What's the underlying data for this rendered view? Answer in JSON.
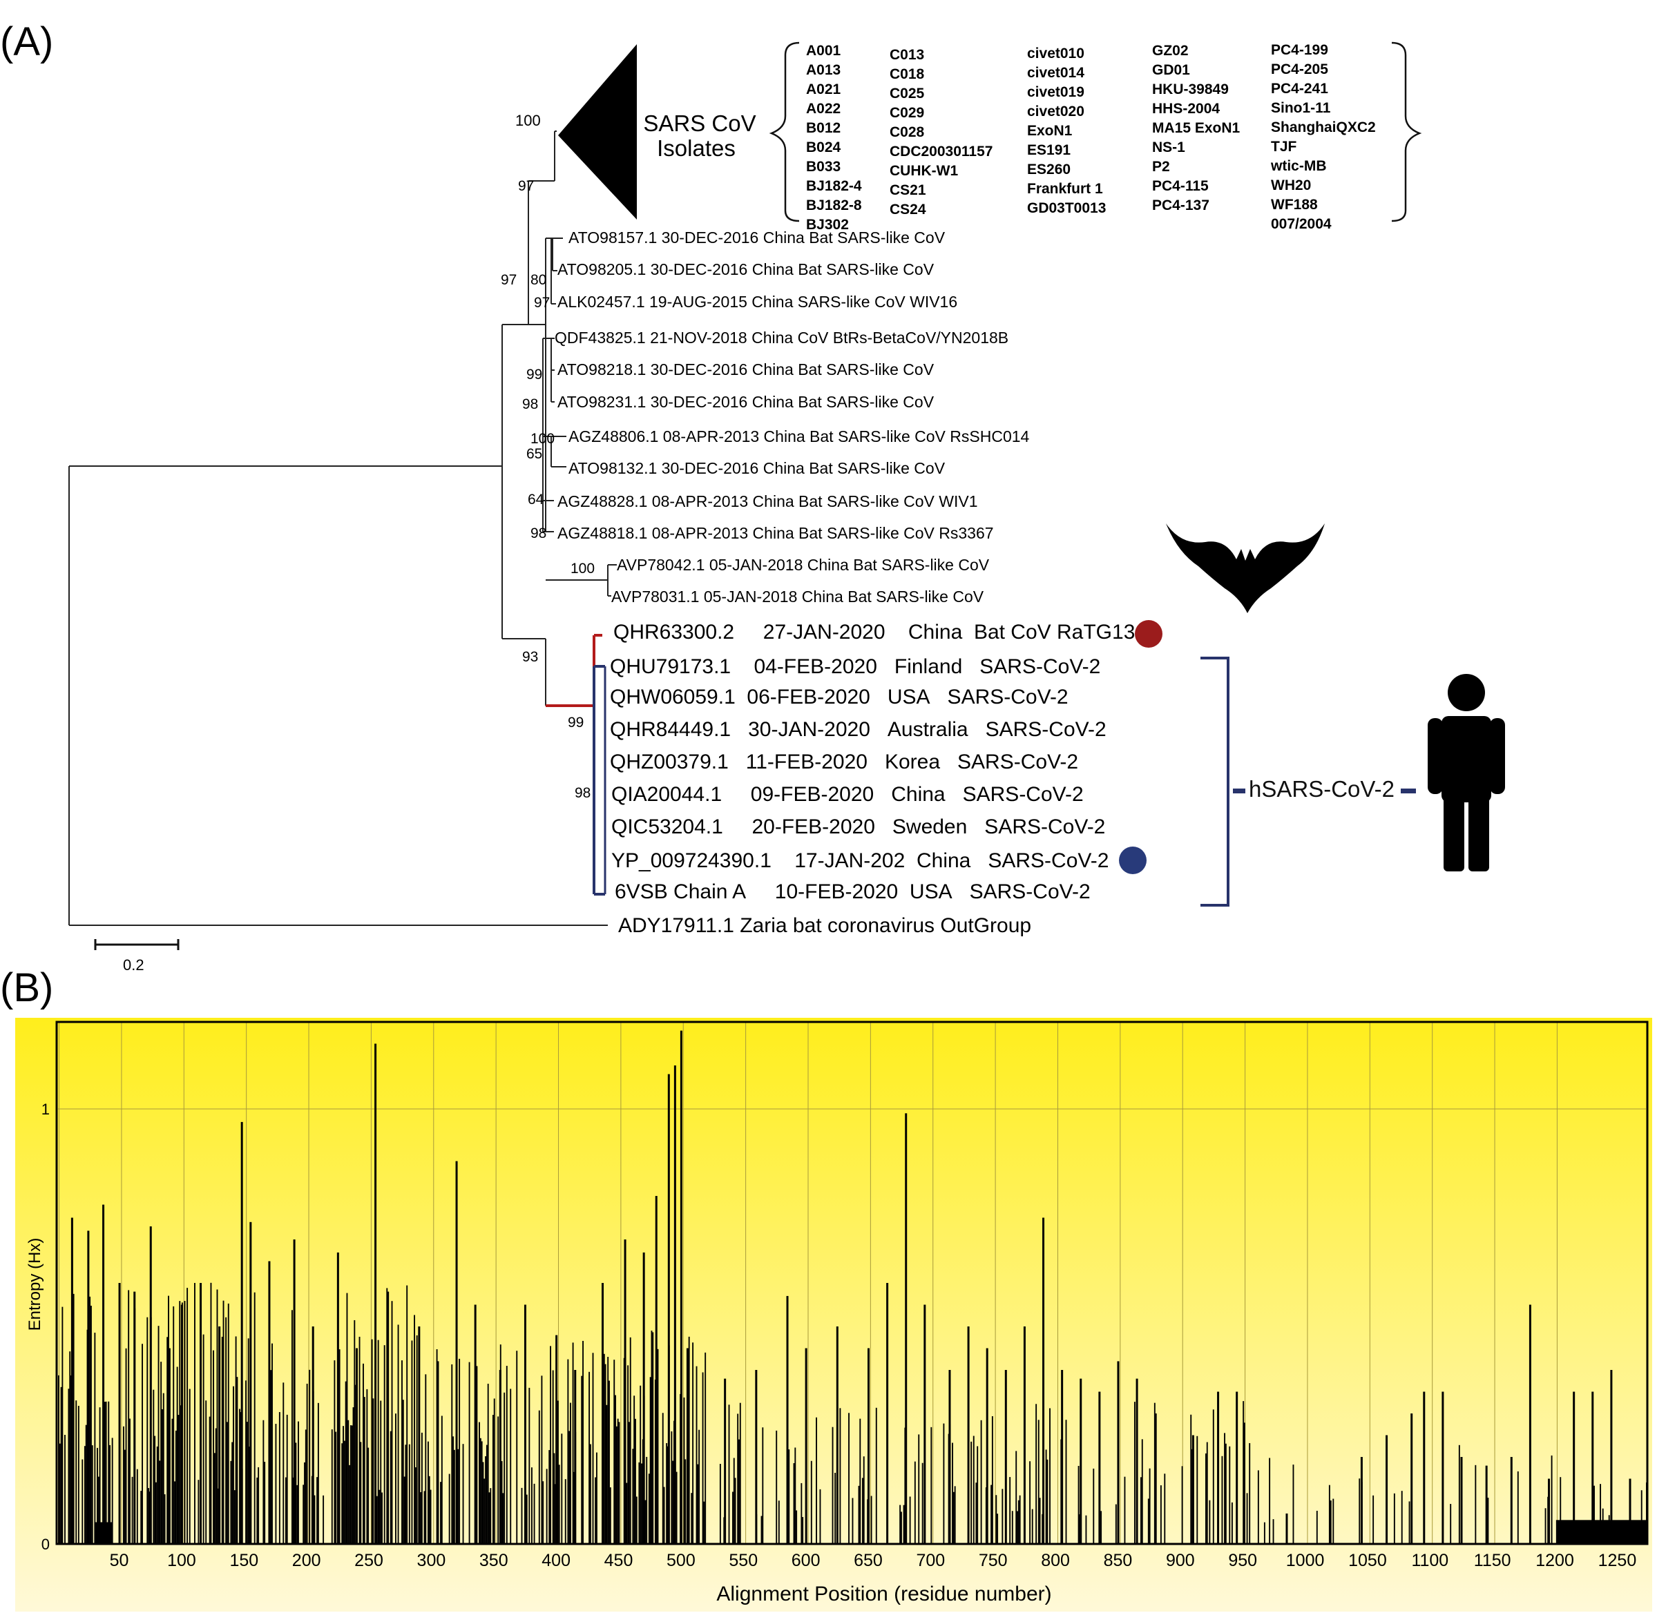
{
  "panel_a": {
    "label": "(A)",
    "clade": {
      "name_line1": "SARS CoV",
      "name_line2": "Isolates",
      "bootstrap": "100"
    },
    "isolate_columns": [
      [
        "A001",
        "A013",
        "A021",
        "A022",
        "B012",
        "B024",
        "B033",
        "BJ182-4",
        "BJ182-8",
        "BJ302"
      ],
      [
        "C013",
        "C018",
        "C025",
        "C029",
        "C028",
        "CDC200301157",
        "CUHK-W1",
        "CS21",
        "CS24"
      ],
      [
        "civet010",
        "civet014",
        "civet019",
        "civet020",
        "ExoN1",
        "ES191",
        "ES260",
        "Frankfurt 1",
        "GD03T0013"
      ],
      [
        "GZ02",
        "GD01",
        "HKU-39849",
        "HHS-2004",
        "MA15 ExoN1",
        "NS-1",
        "P2",
        "PC4-115",
        "PC4-137"
      ],
      [
        "PC4-199",
        "PC4-205",
        "PC4-241",
        "Sino1-11",
        "ShanghaiQXC2",
        "TJF",
        "wtic-MB",
        "WH20",
        "WF188",
        "007/2004"
      ]
    ],
    "leaves": [
      "ATO98157.1  30-DEC-2016 China Bat SARS-like CoV",
      "ATO98205.1  30-DEC-2016  China  Bat  SARS-like CoV",
      "ALK02457.1 19-AUG-2015 China  SARS-like CoV WIV16",
      "QDF43825.1  21-NOV-2018  China  CoV BtRs-BetaCoV/YN2018B",
      "ATO98218.1 30-DEC-2016  China  Bat SARS-like CoV",
      "ATO98231.1 30-DEC-2016  China  Bat SARS-like CoV",
      "AGZ48806.1  08-APR-2013  China  Bat  SARS-like CoV RsSHC014",
      "ATO98132.1  30-DEC-2016  China  Bat  SARS-like CoV",
      "AGZ48828.1  08-APR-2013  China  Bat  SARS-like CoV WIV1",
      "AGZ48818.1  08-APR-2013  China  Bat  SARS-like CoV Rs3367",
      "AVP78042.1  05-JAN-2018  China  Bat  SARS-like CoV",
      "AVP78031.1  05-JAN-2018  China  Bat  SARS-like CoV"
    ],
    "sars2_leaves": [
      "QHR63300.2     27-JAN-2020    China  Bat CoV RaTG13",
      "QHU79173.1    04-FEB-2020   Finland   SARS-CoV-2",
      "QHW06059.1  06-FEB-2020   USA   SARS-CoV-2",
      "QHR84449.1   30-JAN-2020   Australia   SARS-CoV-2",
      "QHZ00379.1   11-FEB-2020   Korea   SARS-CoV-2",
      "QIA20044.1     09-FEB-2020   China   SARS-CoV-2",
      "QIC53204.1     20-FEB-2020   Sweden   SARS-CoV-2",
      "YP_009724390.1    17-JAN-202  China   SARS-CoV-2",
      "6VSB Chain A     10-FEB-2020  USA   SARS-CoV-2"
    ],
    "outgroup": "ADY17911.1 Zaria bat coronavirus    OutGroup",
    "bootstraps": [
      "97",
      "97",
      "80",
      "97",
      "99",
      "98",
      "100",
      "65",
      "64",
      "98",
      "100",
      "93",
      "99",
      "98"
    ],
    "human_group_label": "hSARS-CoV-2",
    "scale_label": "0.2",
    "colors": {
      "ratg13_dot": "#9b1c1c",
      "sars2_dot": "#283a7a",
      "human_clade": "#28336b",
      "red_branch": "#b31b1b"
    }
  },
  "panel_b": {
    "label": "(B)"
  },
  "chart_data": {
    "type": "area",
    "xlabel": "Alignment Position (residue number)",
    "ylabel": "Entropy (Hx)",
    "xlim": [
      1,
      1273
    ],
    "ylim": [
      0,
      1.2
    ],
    "x_ticks": [
      50,
      100,
      150,
      200,
      250,
      300,
      350,
      400,
      450,
      500,
      550,
      600,
      650,
      700,
      750,
      800,
      850,
      900,
      950,
      1000,
      1050,
      1100,
      1150,
      1200,
      1250
    ],
    "y_ticks": [
      0,
      1
    ],
    "grid": true,
    "background": [
      "#fff9d8",
      "#ffee1c"
    ],
    "peaks": [
      {
        "x": 12,
        "y": 0.75
      },
      {
        "x": 25,
        "y": 0.72
      },
      {
        "x": 37,
        "y": 0.78
      },
      {
        "x": 50,
        "y": 0.6
      },
      {
        "x": 62,
        "y": 0.58
      },
      {
        "x": 75,
        "y": 0.73
      },
      {
        "x": 90,
        "y": 0.45
      },
      {
        "x": 100,
        "y": 0.55
      },
      {
        "x": 115,
        "y": 0.6
      },
      {
        "x": 130,
        "y": 0.5
      },
      {
        "x": 148,
        "y": 0.97
      },
      {
        "x": 155,
        "y": 0.74
      },
      {
        "x": 170,
        "y": 0.65
      },
      {
        "x": 190,
        "y": 0.7
      },
      {
        "x": 205,
        "y": 0.5
      },
      {
        "x": 225,
        "y": 0.67
      },
      {
        "x": 240,
        "y": 0.45
      },
      {
        "x": 255,
        "y": 1.15
      },
      {
        "x": 265,
        "y": 0.58
      },
      {
        "x": 290,
        "y": 0.5
      },
      {
        "x": 305,
        "y": 0.42
      },
      {
        "x": 320,
        "y": 0.88
      },
      {
        "x": 335,
        "y": 0.55
      },
      {
        "x": 355,
        "y": 0.4
      },
      {
        "x": 375,
        "y": 0.55
      },
      {
        "x": 400,
        "y": 0.48
      },
      {
        "x": 415,
        "y": 0.4
      },
      {
        "x": 437,
        "y": 0.6
      },
      {
        "x": 455,
        "y": 0.7
      },
      {
        "x": 470,
        "y": 0.67
      },
      {
        "x": 480,
        "y": 0.8
      },
      {
        "x": 490,
        "y": 1.08
      },
      {
        "x": 495,
        "y": 1.1
      },
      {
        "x": 500,
        "y": 1.18
      },
      {
        "x": 505,
        "y": 0.45
      },
      {
        "x": 535,
        "y": 0.38
      },
      {
        "x": 560,
        "y": 0.4
      },
      {
        "x": 585,
        "y": 0.57
      },
      {
        "x": 600,
        "y": 0.45
      },
      {
        "x": 625,
        "y": 0.5
      },
      {
        "x": 650,
        "y": 0.45
      },
      {
        "x": 665,
        "y": 0.6
      },
      {
        "x": 680,
        "y": 0.99
      },
      {
        "x": 695,
        "y": 0.55
      },
      {
        "x": 715,
        "y": 0.4
      },
      {
        "x": 730,
        "y": 0.5
      },
      {
        "x": 745,
        "y": 0.45
      },
      {
        "x": 760,
        "y": 0.4
      },
      {
        "x": 775,
        "y": 0.5
      },
      {
        "x": 790,
        "y": 0.75
      },
      {
        "x": 805,
        "y": 0.4
      },
      {
        "x": 820,
        "y": 0.38
      },
      {
        "x": 835,
        "y": 0.35
      },
      {
        "x": 850,
        "y": 0.42
      },
      {
        "x": 865,
        "y": 0.38
      },
      {
        "x": 880,
        "y": 0.3
      },
      {
        "x": 910,
        "y": 0.25
      },
      {
        "x": 930,
        "y": 0.35
      },
      {
        "x": 945,
        "y": 0.35
      },
      {
        "x": 985,
        "y": 0.07
      },
      {
        "x": 1020,
        "y": 0.1
      },
      {
        "x": 1045,
        "y": 0.2
      },
      {
        "x": 1065,
        "y": 0.25
      },
      {
        "x": 1085,
        "y": 0.3
      },
      {
        "x": 1095,
        "y": 0.35
      },
      {
        "x": 1110,
        "y": 0.35
      },
      {
        "x": 1125,
        "y": 0.2
      },
      {
        "x": 1145,
        "y": 0.18
      },
      {
        "x": 1165,
        "y": 0.2
      },
      {
        "x": 1180,
        "y": 0.55
      },
      {
        "x": 1195,
        "y": 0.15
      },
      {
        "x": 1215,
        "y": 0.35
      },
      {
        "x": 1230,
        "y": 0.35
      },
      {
        "x": 1245,
        "y": 0.4
      },
      {
        "x": 1260,
        "y": 0.15
      }
    ]
  }
}
